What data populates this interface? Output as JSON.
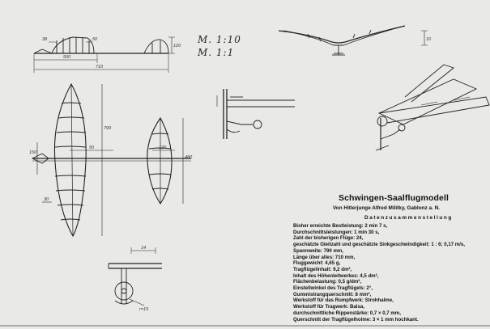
{
  "scale_labels": [
    "M. 1:10",
    "M. 1:1"
  ],
  "dimension_labels": {
    "overall_length": "710",
    "fuselage_length": "500",
    "height": "120",
    "mast_top_left": "38",
    "mast_top_right": "50",
    "span": "790",
    "wing_chord": "150",
    "wing_root": "50",
    "tail_span": "480",
    "tail_chord": "120",
    "tail_root": "30",
    "flap_height": "10",
    "detail_top": "14",
    "detail_radius": "r=15"
  },
  "title": "Schwingen-Saalflugmodell",
  "subtitle": "Von Hitlerjunge Alfred Militky, Gablonz a. N.",
  "section_heading": "Datenzusammenstellung",
  "specs": [
    "Bisher erreichte Bestleistung: 2 min 7 s,",
    "Durchschnittsleistungen: 1 min 30 s,",
    "Zahl der bisherigen Flüge: 24,",
    "geschätzte Gleitzahl und geschätzte Sinkgeschwindigkeit: 1 : 6; 0,17 m/s,",
    "Spannweite: 790 mm,",
    "Länge über alles: 710 mm,",
    "Fluggewicht: 4,65 g,",
    "Tragflügelinhalt: 9,2 dm²,",
    "Inhalt des Höhenleitwerkes: 4,5 dm²,",
    "Flächenbelastung: 0,5 g/dm²,",
    "Einstellwinkel des Tragflügels: 2°,",
    "Gummistrangquerschnitt: 8 mm²,",
    "Werkstoff für das Rumpfwerk: Strohhalme,",
    "Werkstoff für Tragwerk: Balsa,",
    "durchschnittliche Rippenstärke: 0,7 × 0,7 mm,",
    "Querschnitt der Tragflügelholme: 3 × 1 mm hochkant."
  ]
}
